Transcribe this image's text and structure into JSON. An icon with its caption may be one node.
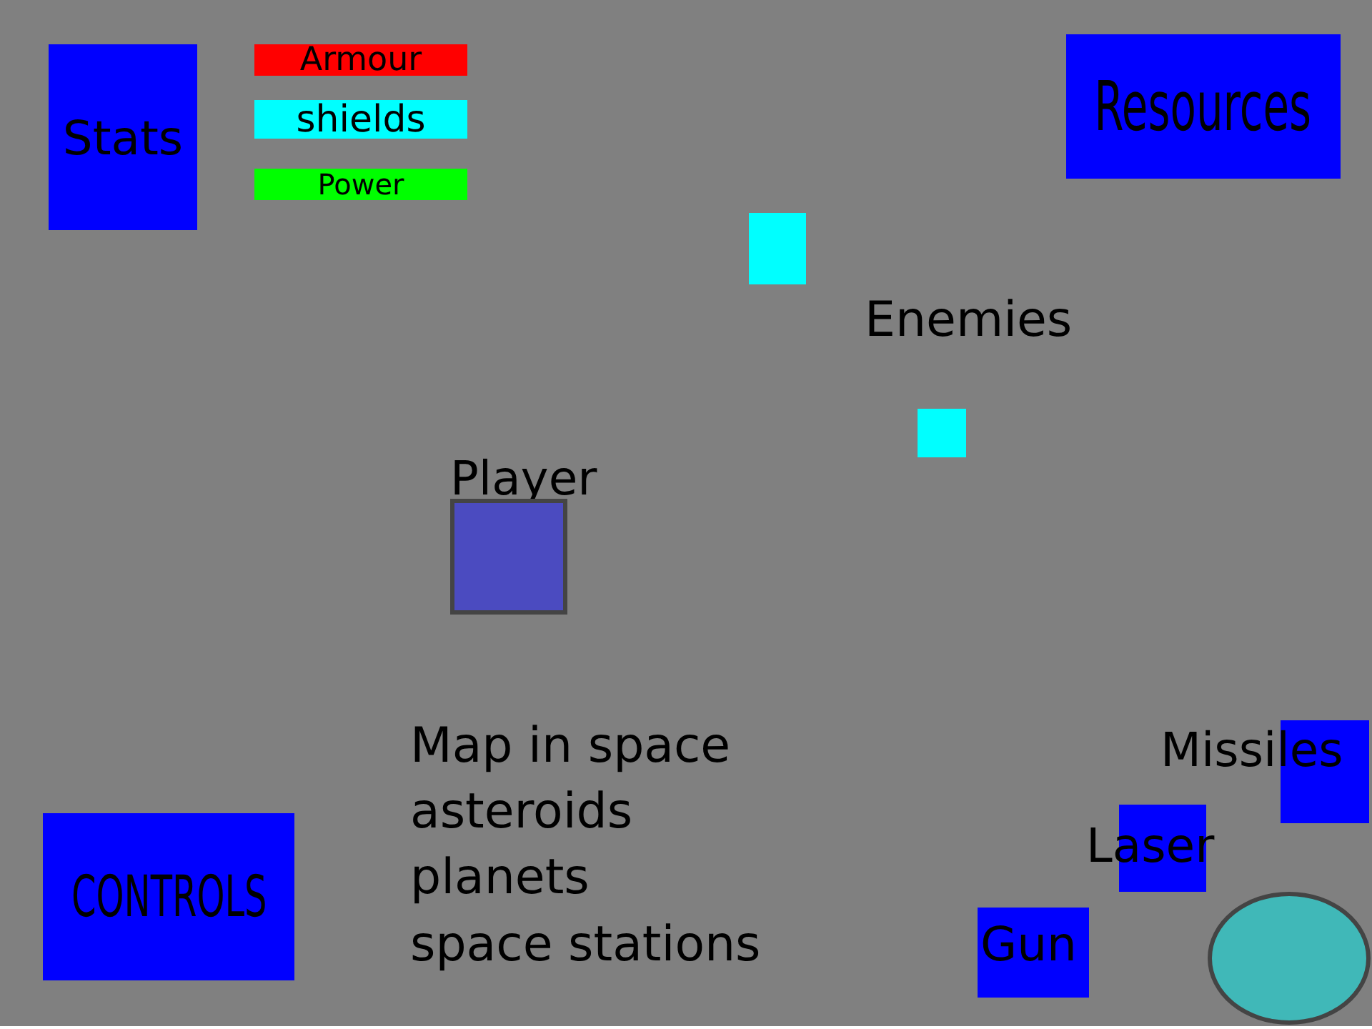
{
  "diagram": {
    "nodes": [
      {
        "text": [
          "Stats"
        ]
      },
      {
        "text": [
          "Armour"
        ]
      },
      {
        "text": [
          "shields"
        ]
      },
      {
        "text": [
          "Power"
        ]
      },
      {
        "text": [
          "Resources"
        ]
      },
      {
        "text": [],
        "shape": "box"
      },
      {
        "text": [],
        "shape": "box"
      },
      {
        "text": [
          "Player"
        ]
      },
      {
        "text": [
          "CONTROLS"
        ]
      },
      {
        "text": [
          "Missiles"
        ]
      },
      {
        "text": [
          "Laser"
        ]
      },
      {
        "text": [
          "Gun"
        ]
      },
      {
        "text": [],
        "shape": "circle"
      }
    ],
    "labels": [
      "Enemies",
      "Map in space",
      "asteroids",
      "planets",
      "space stations"
    ]
  }
}
